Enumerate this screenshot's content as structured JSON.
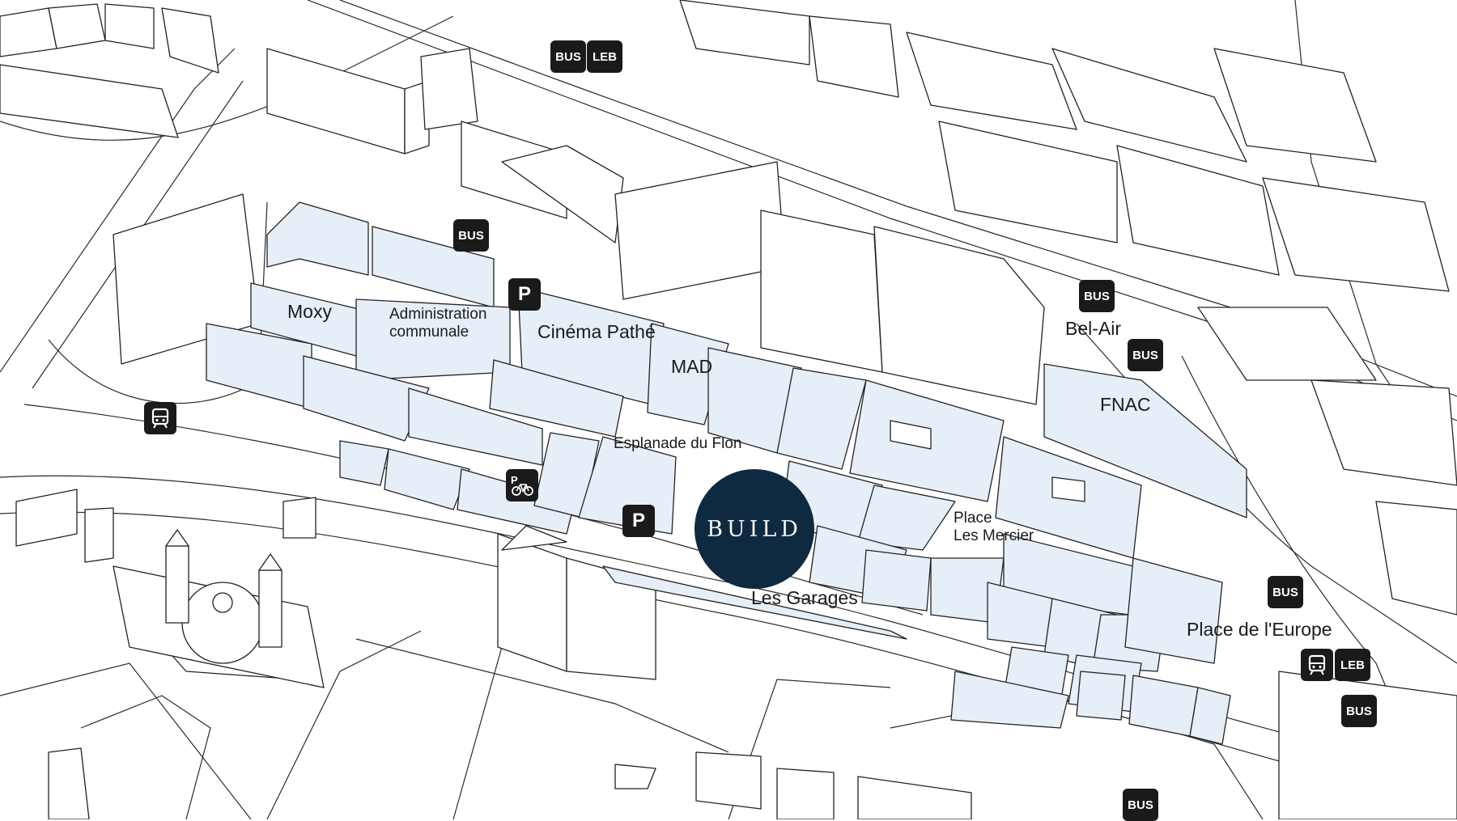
{
  "logo": {
    "text": "BUILD",
    "color": "#0f2a40"
  },
  "colors": {
    "highlight_building": "#e6eef8",
    "building": "#ffffff",
    "line": "#222222",
    "badge": "#1a1a1a"
  },
  "labels": {
    "moxy": "Moxy",
    "administration_line1": "Administration",
    "administration_line2": "communale",
    "cinema": "Cinéma Pathé",
    "mad": "MAD",
    "esplanade": "Esplanade du Flon",
    "bel_air": "Bel-Air",
    "fnac": "FNAC",
    "place_line1": "Place",
    "place_line2": "Les Mercier",
    "garages": "Les Garages",
    "place_europe": "Place de l'Europe"
  },
  "badges": {
    "bus": "BUS",
    "leb": "LEB",
    "parking": "P"
  },
  "icons": {
    "metro": "metro-icon",
    "bike_parking": "bike-parking-icon"
  }
}
